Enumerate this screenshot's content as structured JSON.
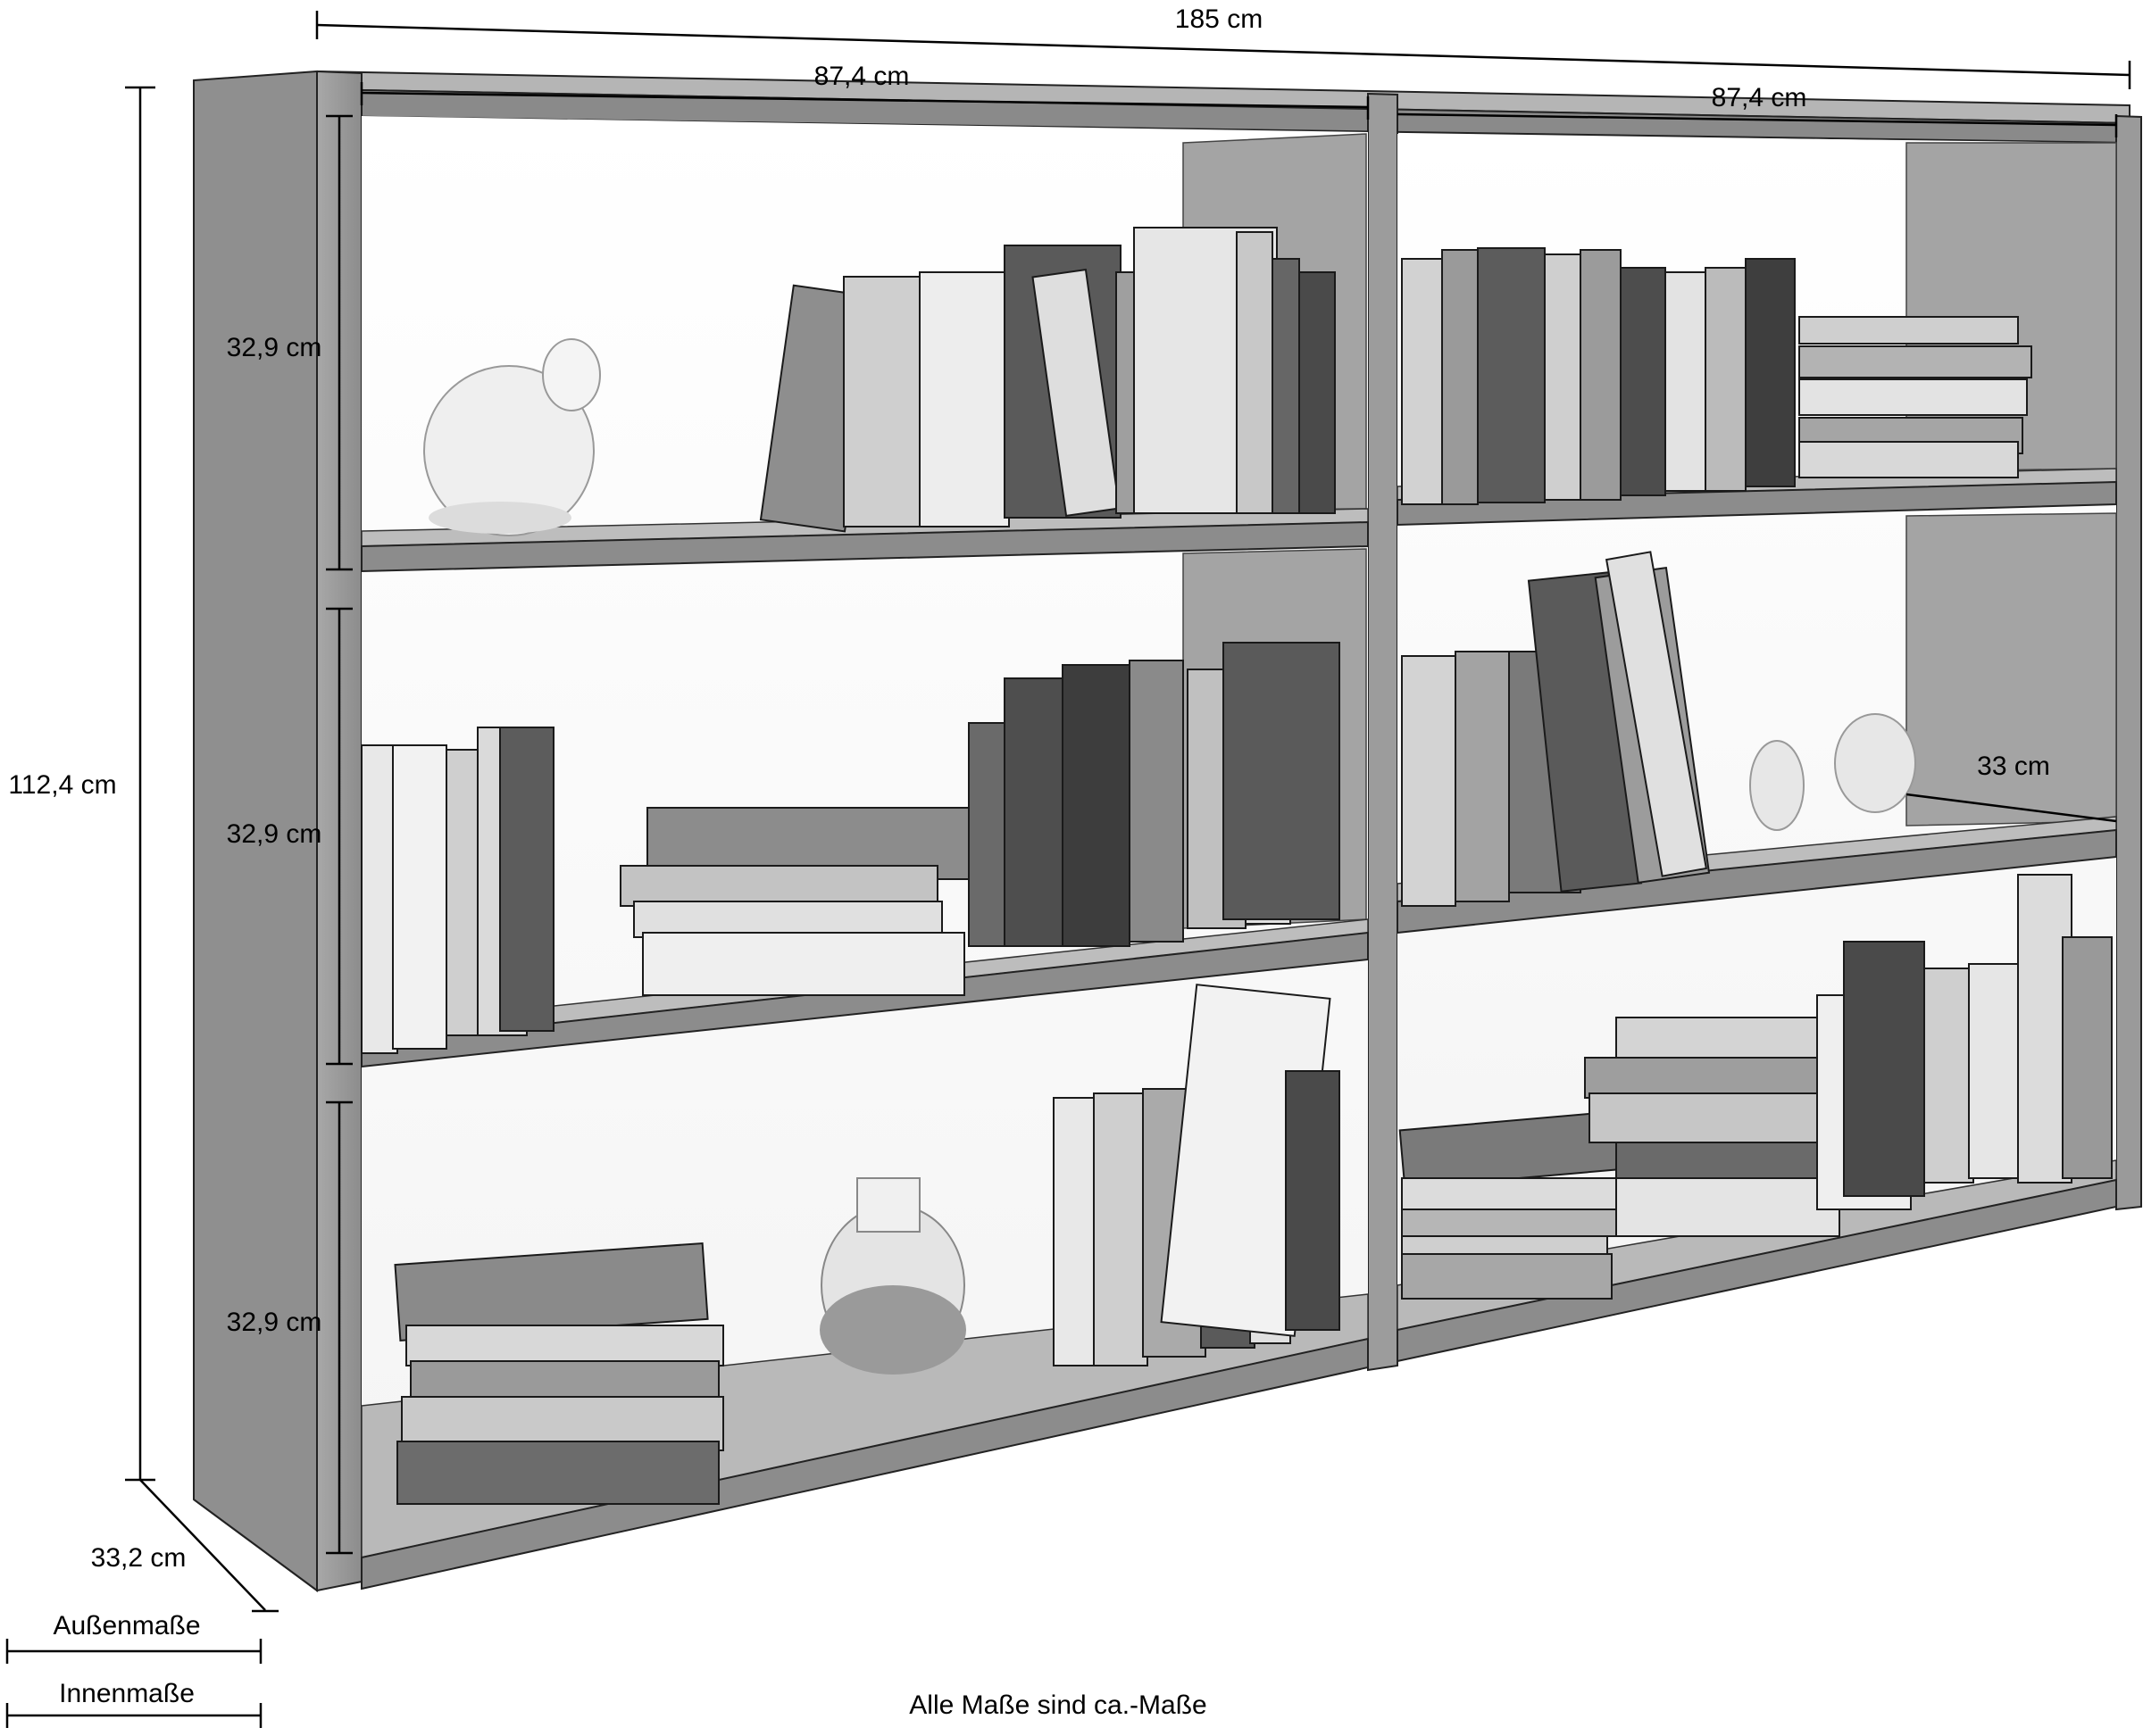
{
  "dimensions": {
    "overall_width": "185 cm",
    "compartment_width_left": "87,4 cm",
    "compartment_width_right": "87,4 cm",
    "shelf_height_top": "32,9 cm",
    "shelf_height_middle": "32,9 cm",
    "shelf_height_bottom": "32,9 cm",
    "overall_height": "112,4 cm",
    "overall_depth": "33,2 cm",
    "inner_depth": "33 cm"
  },
  "legend": {
    "outer_label": "Außenmaße",
    "inner_label": "Innenmaße"
  },
  "footnote": "Alle Maße sind ca.-Maße",
  "colors": {
    "wood": "#9a9a9a",
    "wood_dark": "#6f6f6f",
    "wood_light": "#c4c4c4",
    "line": "#000000"
  }
}
